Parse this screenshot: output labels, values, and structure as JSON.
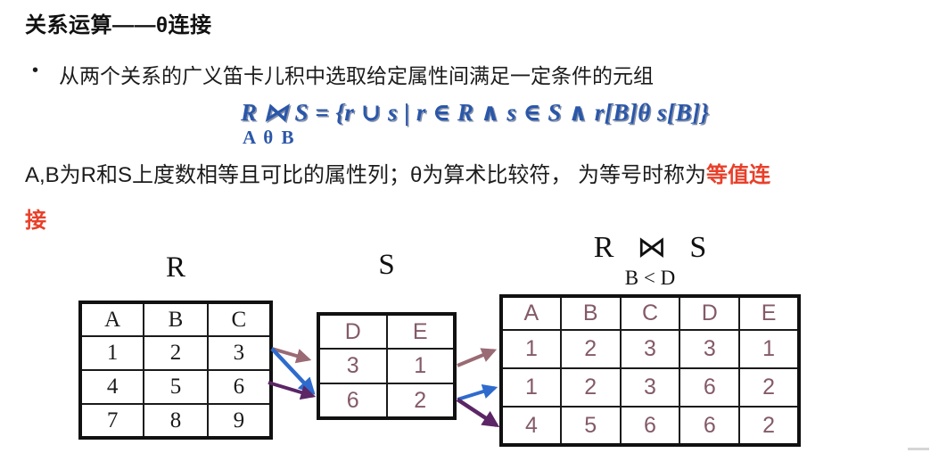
{
  "slide": {
    "title": "关系运算——θ连接",
    "bullet_marker": "•",
    "bullet_text": "从两个关系的广义笛卡儿积中选取给定属性间满足一定条件的元组",
    "formula": {
      "main": "R ⋈ S = {r ∪ s | r ∈ R ∧ s ∈ S ∧ r[B]θ s[B]}",
      "subscript": "A θ B"
    },
    "definition": {
      "line1_black": "A,B为R和S上度数相等且可比的属性列；θ为算术比较符， 为等号时称为",
      "line1_red": "等值连",
      "line2_red": "接"
    }
  },
  "tables": {
    "r": {
      "title": "R",
      "headers": [
        "A",
        "B",
        "C"
      ],
      "rows": [
        [
          "1",
          "2",
          "3"
        ],
        [
          "4",
          "5",
          "6"
        ],
        [
          "7",
          "8",
          "9"
        ]
      ]
    },
    "s": {
      "title": "S",
      "headers": [
        "D",
        "E"
      ],
      "rows": [
        [
          "3",
          "1"
        ],
        [
          "6",
          "2"
        ]
      ]
    },
    "result": {
      "title_left": "R",
      "title_join": "⋈",
      "title_right": "S",
      "condition": "B < D",
      "headers": [
        "A",
        "B",
        "C",
        "D",
        "E"
      ],
      "rows": [
        [
          "1",
          "2",
          "3",
          "3",
          "1"
        ],
        [
          "1",
          "2",
          "3",
          "6",
          "2"
        ],
        [
          "4",
          "5",
          "6",
          "6",
          "2"
        ]
      ]
    }
  },
  "colors": {
    "formula_blue": "#2b57a8",
    "highlight_red": "#e8402a",
    "table_maroon": "#845a68",
    "arrow_mauve": "#9a6b74",
    "arrow_blue": "#2e6bcd",
    "arrow_purple": "#5c2566"
  }
}
